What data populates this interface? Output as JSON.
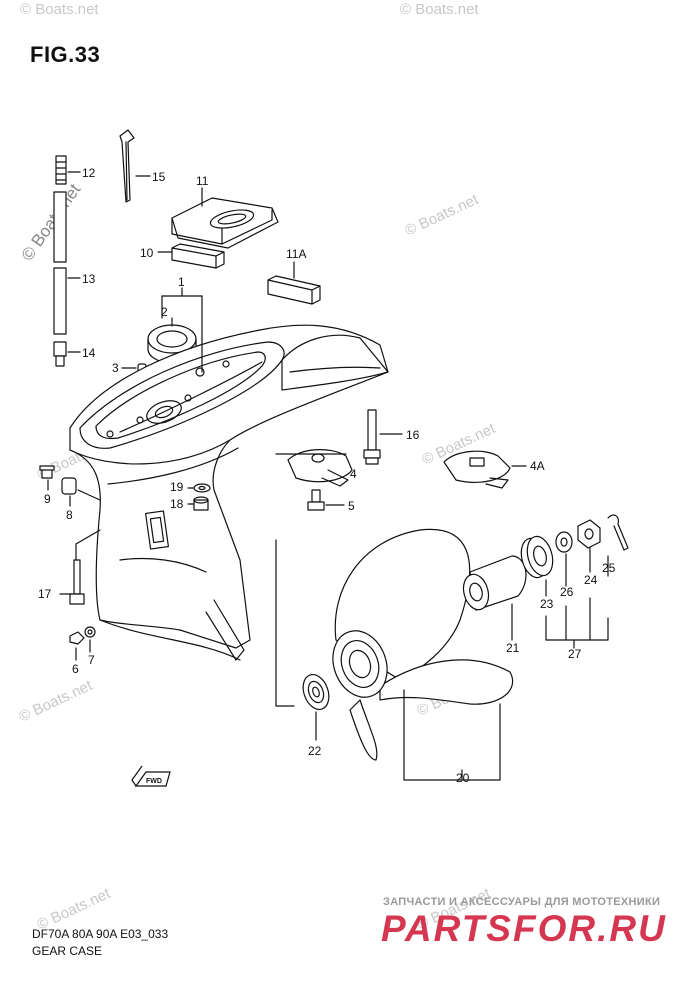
{
  "figure": {
    "title": "FIG.33",
    "model": "DF70A 80A 90A E03_033",
    "caption": "GEAR CASE"
  },
  "watermark": {
    "text": "© Boats.net"
  },
  "branding": {
    "tagline": "ЗАПЧАСТИ И АКСЕССУАРЫ ДЛЯ МОТОТЕХНИКИ",
    "logo_text": "PARTSFOR.RU",
    "logo_color": "#d4374f"
  },
  "callouts": {
    "c1": "1",
    "c2": "2",
    "c3": "3",
    "c4": "4",
    "c4a": "4A",
    "c5": "5",
    "c6": "6",
    "c7": "7",
    "c8": "8",
    "c9": "9",
    "c10": "10",
    "c11": "11",
    "c11a": "11A",
    "c12": "12",
    "c13": "13",
    "c14": "14",
    "c15": "15",
    "c16": "16",
    "c17": "17",
    "c18": "18",
    "c19": "19",
    "c20": "20",
    "c21": "21",
    "c22": "22",
    "c23": "23",
    "c24": "24",
    "c25": "25",
    "c26": "26",
    "c27": "27"
  },
  "icons": {
    "forward_arrow": "fwd-arrow-icon"
  },
  "colors": {
    "line": "#111111",
    "watermark": "#c8c8c8"
  }
}
